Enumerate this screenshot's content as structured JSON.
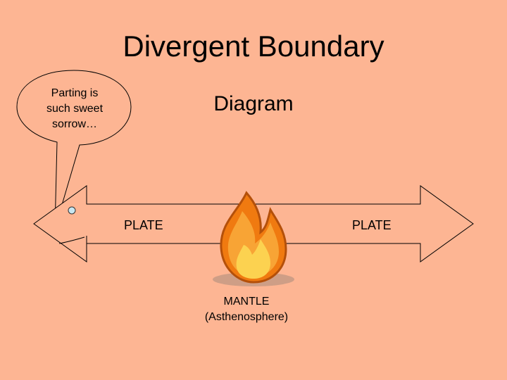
{
  "title": "Divergent Boundary",
  "subtitle": "Diagram",
  "speech_bubble": {
    "lines": [
      "Parting is",
      "such sweet",
      "sorrow…"
    ]
  },
  "labels": {
    "plate_left": "PLATE",
    "plate_right": "PLATE",
    "mantle_lines": [
      "MANTLE",
      "(Asthenosphere)"
    ]
  },
  "colors": {
    "background": "#fdb593",
    "arrow_fill": "#fdb593",
    "flame_outer": "#f07a10",
    "flame_inner": "#fcd250",
    "flame_outline": "#b4500a",
    "bubble_dot": "#c8e6f0"
  },
  "icons": {
    "flame": "flame-icon"
  }
}
